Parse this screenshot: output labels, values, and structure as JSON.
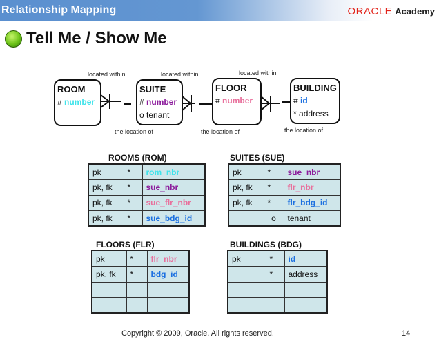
{
  "header": {
    "title": "Relationship Mapping",
    "logo_brand": "ORACLE",
    "logo_sub": "Academy"
  },
  "page_title": "Tell Me / Show Me",
  "diagram": {
    "entities": [
      {
        "name": "ROOM",
        "attrs": [
          {
            "mark": "#",
            "name": "number",
            "color": "#3fe3ea"
          }
        ]
      },
      {
        "name": "SUITE",
        "attrs": [
          {
            "mark": "#",
            "name": "number",
            "color": "#8c1c9c"
          },
          {
            "mark": "o",
            "name": "tenant"
          }
        ]
      },
      {
        "name": "FLOOR",
        "attrs": [
          {
            "mark": "#",
            "name": "number",
            "color": "#e8709c"
          }
        ]
      },
      {
        "name": "BUILDING",
        "attrs": [
          {
            "mark": "#",
            "name": "id",
            "color": "#1c70e0"
          },
          {
            "mark": "*",
            "name": "address"
          }
        ]
      }
    ],
    "relationships": [
      {
        "top": "located within",
        "bottom": "the location of"
      },
      {
        "top": "located within",
        "bottom": "the location of"
      },
      {
        "top": "located within",
        "bottom": "the location of"
      }
    ]
  },
  "tables": [
    {
      "title": "ROOMS (ROM)",
      "rows": [
        [
          "pk",
          "*",
          "rom_nbr"
        ],
        [
          "pk, fk",
          "*",
          "sue_nbr"
        ],
        [
          "pk, fk",
          "*",
          "sue_flr_nbr"
        ],
        [
          "pk, fk",
          "*",
          "sue_bdg_id"
        ]
      ]
    },
    {
      "title": "SUITES (SUE)",
      "rows": [
        [
          "pk",
          "*",
          "sue_nbr"
        ],
        [
          "pk, fk",
          "*",
          "flr_nbr"
        ],
        [
          "pk, fk",
          "*",
          "flr_bdg_id"
        ],
        [
          "",
          "o",
          "tenant"
        ]
      ]
    },
    {
      "title": "FLOORS (FLR)",
      "rows": [
        [
          "pk",
          "*",
          "flr_nbr"
        ],
        [
          "pk, fk",
          "*",
          "bdg_id"
        ],
        [
          "",
          "",
          ""
        ],
        [
          "",
          "",
          ""
        ]
      ]
    },
    {
      "title": "BUILDINGS (BDG)",
      "rows": [
        [
          "pk",
          "*",
          "id"
        ],
        [
          "",
          "*",
          "address"
        ],
        [
          "",
          "",
          ""
        ],
        [
          "",
          "",
          ""
        ]
      ]
    }
  ],
  "footer": {
    "copyright": "Copyright © 2009, Oracle.  All rights reserved.",
    "page": "14"
  }
}
